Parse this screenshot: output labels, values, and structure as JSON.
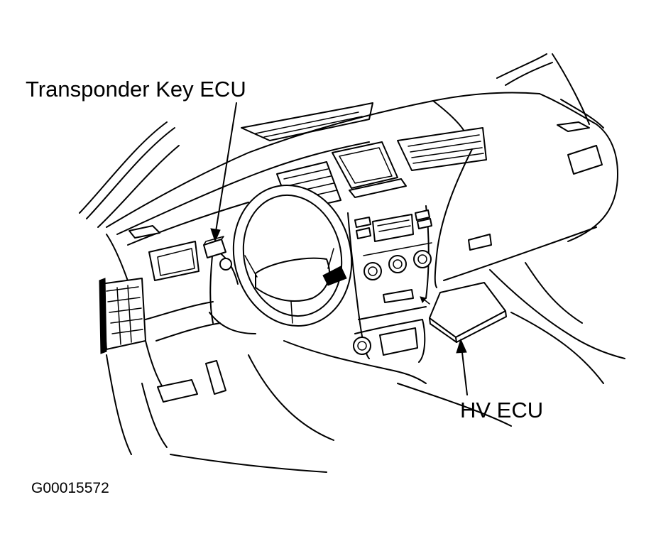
{
  "labels": {
    "transponder_key_ecu": "Transponder Key ECU",
    "hv_ecu": "HV ECU",
    "figure_id": "G00015572"
  }
}
